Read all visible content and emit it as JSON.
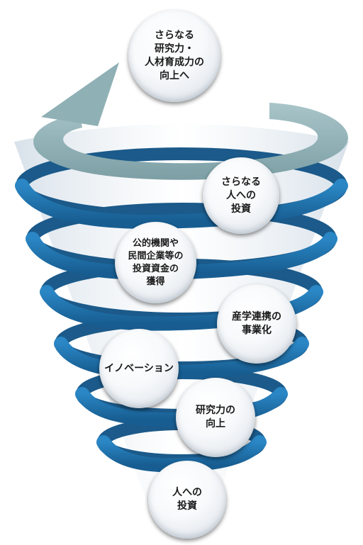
{
  "nodes": {
    "top": "さらなる\n研究力・\n人材育成力の\n向上へ",
    "invest_more": "さらなる\n人への\n投資",
    "funding": "公的機関や\n民間企業等の\n投資資金の\n獲得",
    "commercialization": "産学連携の\n事業化",
    "innovation": "イノベーション",
    "research_power": "研究力の\n向上",
    "invest_people": "人への\n投資"
  },
  "colors": {
    "ribbon_front": "#1f6fa8",
    "ribbon_back": "#154d78",
    "arrow": "#8fb0b5",
    "funnel": "#d7e1ea"
  }
}
